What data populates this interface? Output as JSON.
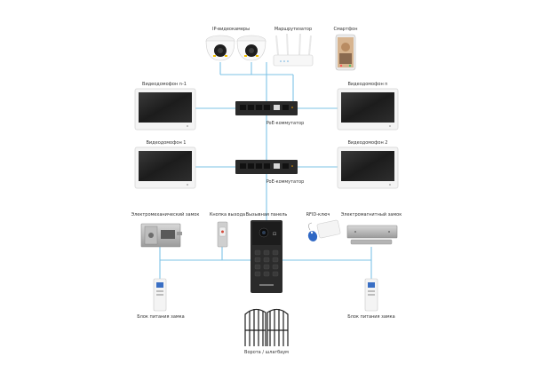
{
  "labels": {
    "ip_cameras": "IP-видеокамеры",
    "router": "Маршрутизатор",
    "smartphone": "Смартфон",
    "monitor_n1": "Видеодомофон n-1",
    "monitor_n": "Видеодомофон n",
    "poe_switch_top": "PoE-коммутатор",
    "monitor_1": "Видеодомофон 1",
    "monitor_2": "Видеодомофон 2",
    "poe_switch_bottom": "PoE-коммутатор",
    "em_lock": "Электромеханический замок",
    "exit_button": "Кнопка выхода",
    "call_panel": "Вызывная панель",
    "rfid_key": "RFID-ключ",
    "mag_lock": "Электромагнитный замок",
    "psu_left": "Блок питания замка",
    "psu_right": "Блок питания замка",
    "gate": "Ворота / шлагбаум"
  },
  "colors": {
    "wire": "#7ec3e6",
    "device_dark": "#2b2b2b",
    "device_frame": "#f4f4f4"
  },
  "icons": [
    "dome-camera-icon",
    "router-icon",
    "smartphone-icon",
    "monitor-icon",
    "poe-switch-icon",
    "em-lock-icon",
    "exit-button-icon",
    "call-panel-icon",
    "rfid-key-icon",
    "mag-lock-icon",
    "power-supply-icon",
    "gate-icon"
  ]
}
